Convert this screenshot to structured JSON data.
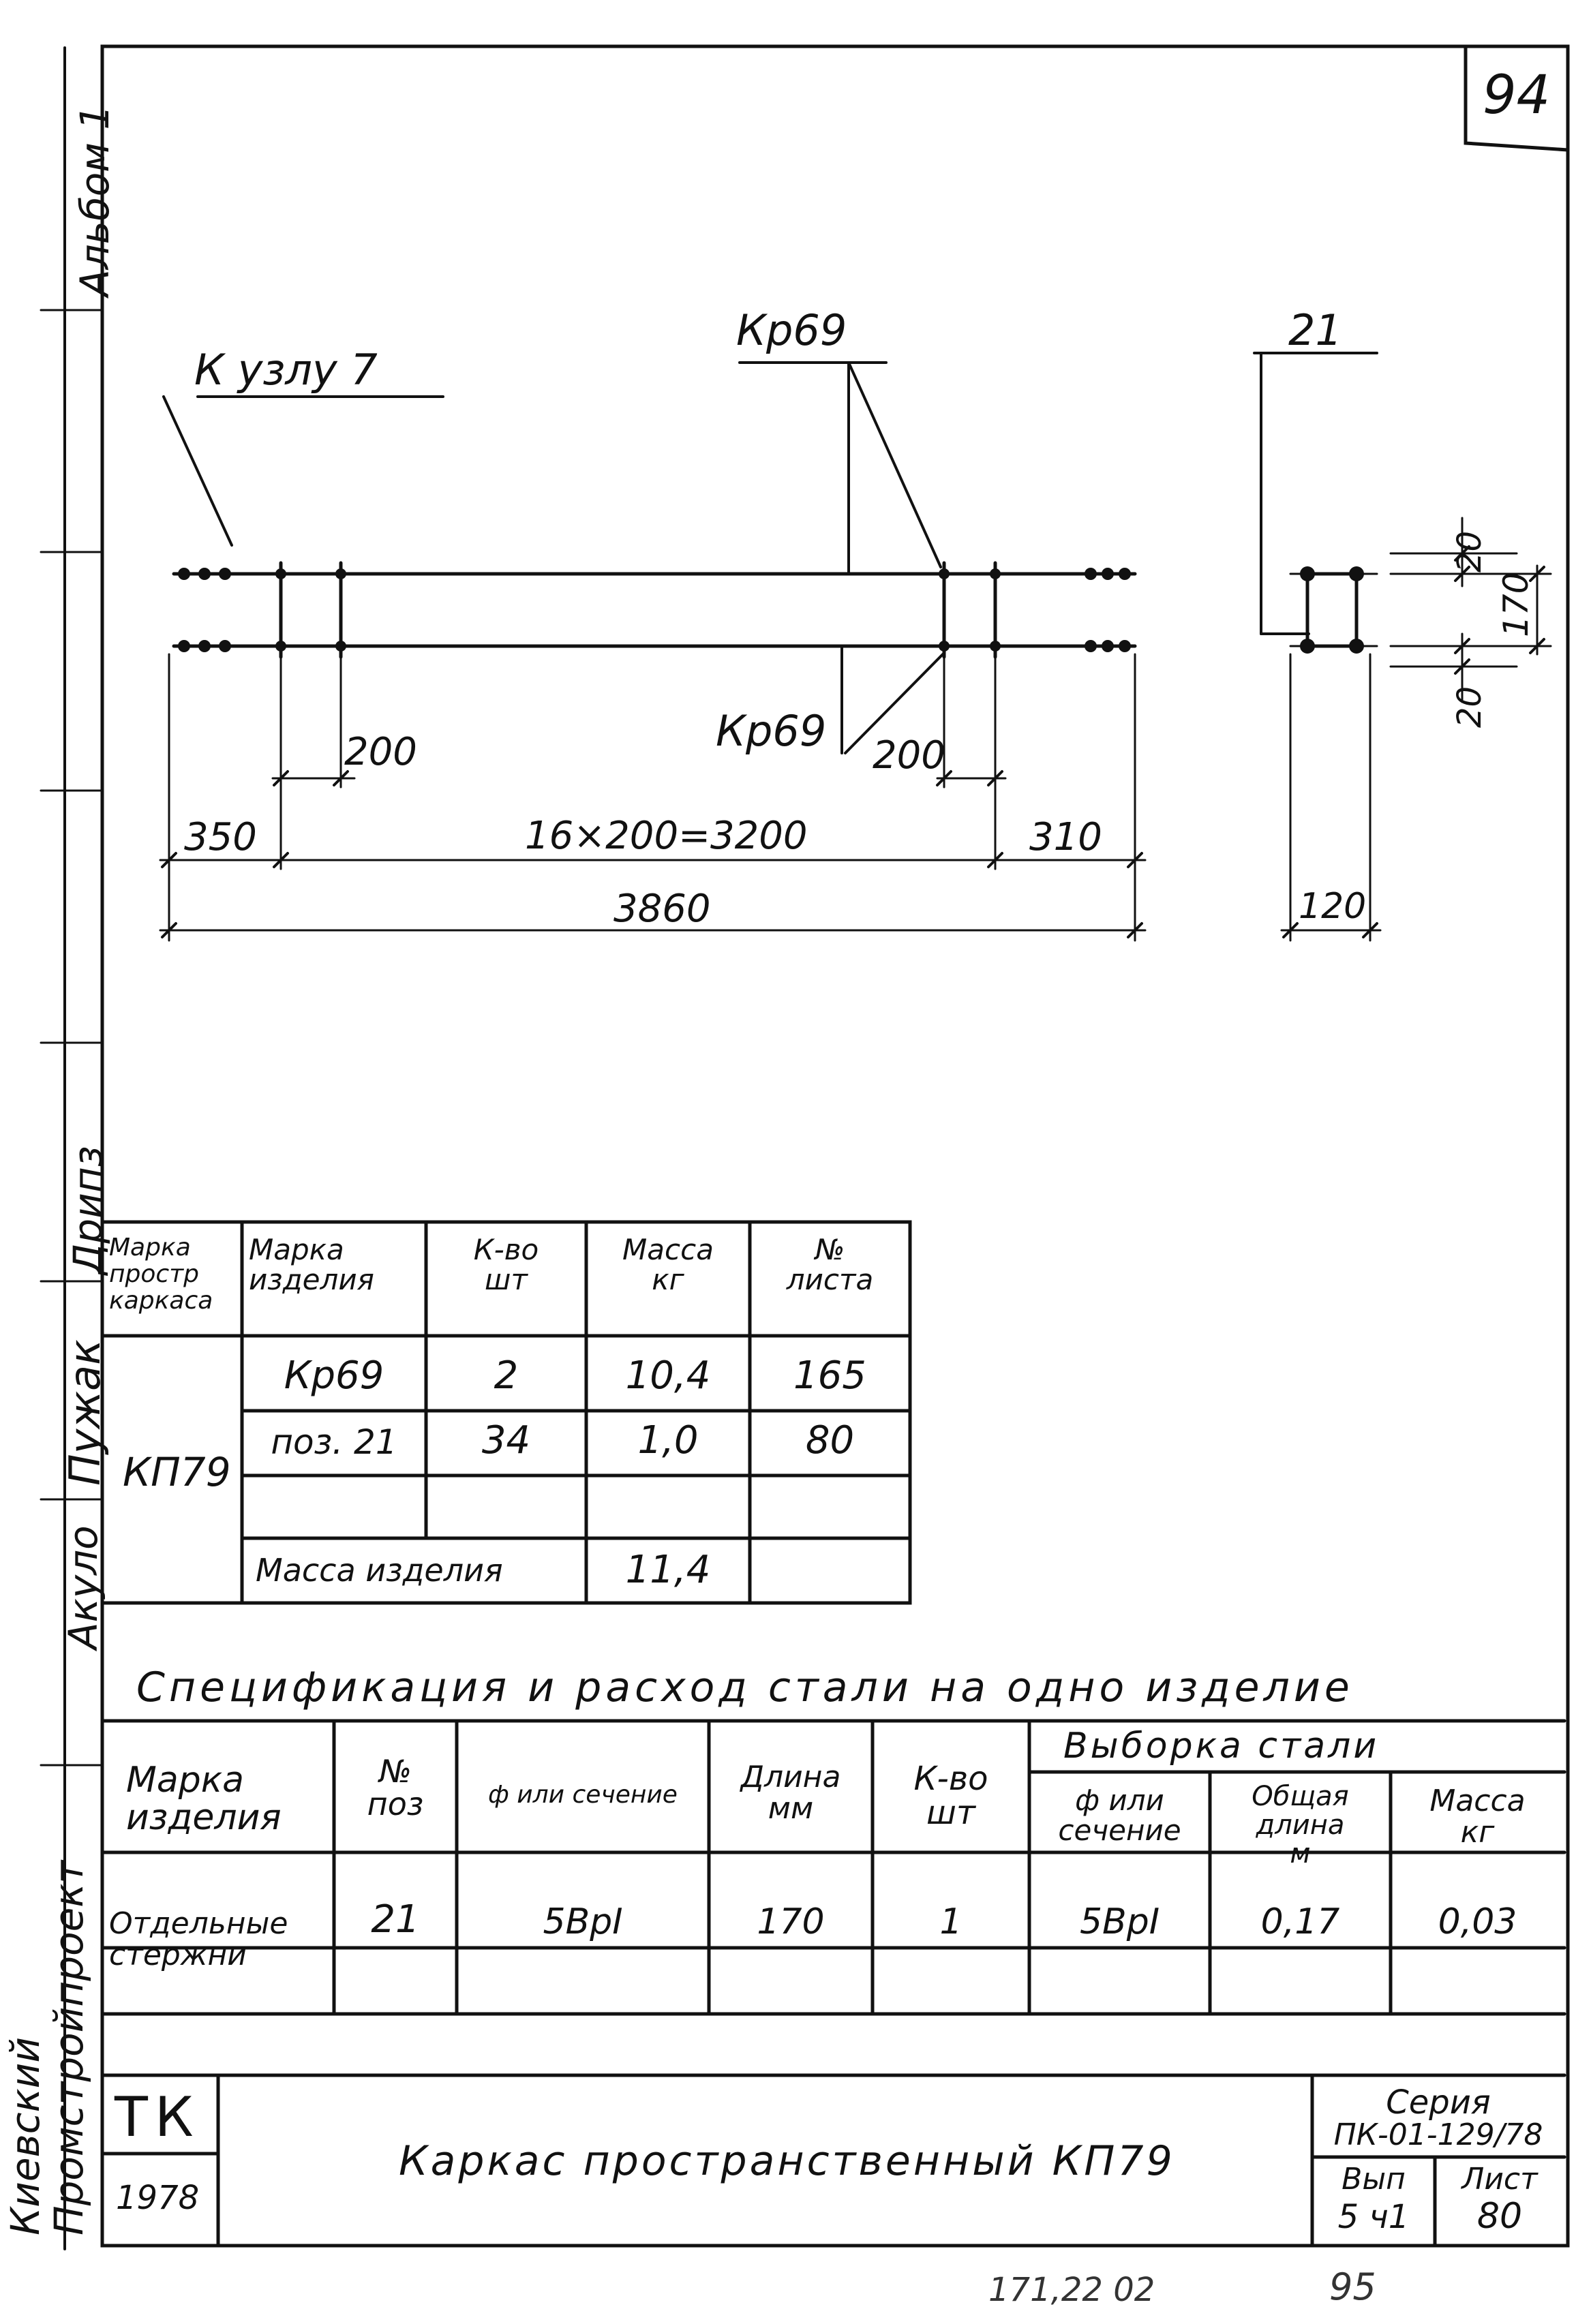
{
  "sheet_number": "94",
  "side_stamps": {
    "album": "Альбом 1",
    "signature_1": "Дрипз",
    "person_1": "Пужак",
    "person_2": "Акуло",
    "org": "Киевский Промстройпроект"
  },
  "drawing": {
    "label_node": "К узлу 7",
    "label_kp69_top": "Кр69",
    "label_kp69_bottom": "Кр69",
    "label_pos21": "21",
    "dim_200_left": "200",
    "dim_200_right": "200",
    "dim_350": "350",
    "dim_chain": "16×200=3200",
    "dim_310": "310",
    "dim_total": "3860",
    "dim_20_top": "20",
    "dim_20_bottom": "20",
    "dim_170": "170",
    "dim_120": "120"
  },
  "upper_table": {
    "headers": {
      "col1": [
        "Марка",
        "простр",
        "каркаса"
      ],
      "col2": [
        "Марка",
        "изделия"
      ],
      "col3": [
        "К-во",
        "шт"
      ],
      "col4": [
        "Масса",
        "кг"
      ],
      "col5": [
        "№",
        "листа"
      ]
    },
    "frame_mark": "КП79",
    "rows": [
      {
        "item": "Кр69",
        "qty": "2",
        "mass": "10,4",
        "sheet": "165"
      },
      {
        "item": "поз. 21",
        "qty": "34",
        "mass": "1,0",
        "sheet": "80"
      }
    ],
    "total_label": "Масса изделия",
    "total_mass": "11,4"
  },
  "spec": {
    "title": "Спецификация и расход стали на одно изделие",
    "headers": {
      "mark": [
        "Марка",
        "изделия"
      ],
      "pos": [
        "№",
        "поз"
      ],
      "section": "ф или сечение",
      "length": [
        "Длина",
        "мм"
      ],
      "qty": [
        "К-во",
        "шт"
      ],
      "selection": "Выборка стали",
      "sel_section": [
        "ф или",
        "сечение"
      ],
      "sel_length": [
        "Общая",
        "длина",
        "м"
      ],
      "sel_mass": [
        "Масса",
        "кг"
      ]
    },
    "row": {
      "mark": [
        "Отдельные",
        "стержни"
      ],
      "pos": "21",
      "section": "5ВрI",
      "length": "170",
      "qty": "1",
      "sel_section": "5ВрI",
      "sel_length": "0,17",
      "sel_mass": "0,03"
    }
  },
  "title_block": {
    "logo": "ТК",
    "year": "1978",
    "title": "Каркас пространственный КП79",
    "series_label": "Серия",
    "series": "ПК-01-129/78",
    "issue_label": "Вып",
    "issue": "5 ч1",
    "sheet_label": "Лист",
    "sheet": "80"
  },
  "bottom_note": "171,22  02",
  "bottom_page": "95"
}
